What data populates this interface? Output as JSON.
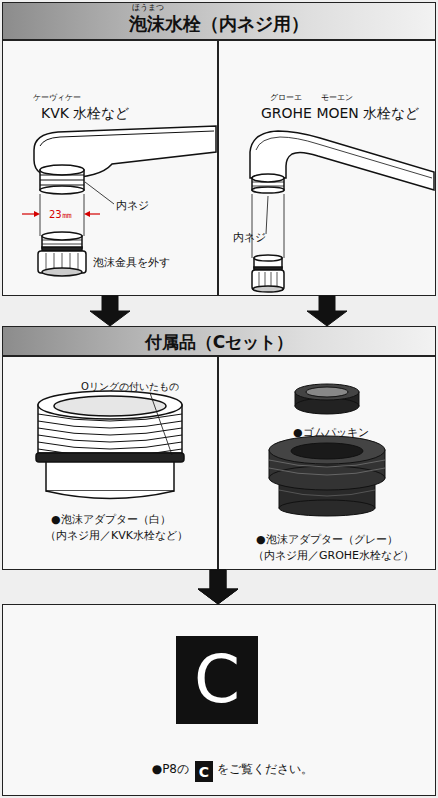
{
  "diagram": {
    "nodes": [
      {
        "text": [
          "ほうまつ",
          "泡沫水栓（内ネジ用）"
        ]
      },
      {
        "text": [
          "ケーヴィケー",
          "KVK 水栓など",
          "内ネジ",
          "23㎜",
          "泡沫金具を外す"
        ]
      },
      {
        "text": [
          "グローエ",
          "モーエン",
          "GROHE MOEN 水栓など",
          "内ネジ"
        ]
      },
      {
        "text": [
          "付属品（Cセット）"
        ]
      },
      {
        "text": [
          "Oリングの付いたもの",
          "●泡沫アダプター（白）",
          "（内ネジ用／KVK水栓など）"
        ]
      },
      {
        "text": [
          "●ゴムパッキン",
          "●泡沫アダプター（グレー）",
          "（内ネジ用／GROHE水栓など）"
        ]
      },
      {
        "text": [
          "●P8の",
          "をご覧ください。"
        ]
      },
      {
        "text": [
          "C"
        ],
        "in": 6
      },
      {
        "text": [
          "C"
        ],
        "in": 6
      }
    ],
    "edges": [
      {
        "from": 1,
        "to": 3,
        "arrow": "to"
      },
      {
        "from": 2,
        "to": 3,
        "arrow": "to"
      },
      {
        "from": 4,
        "to": 6,
        "arrow": "to"
      },
      {
        "from": 5,
        "to": 6,
        "arrow": "to"
      }
    ]
  }
}
